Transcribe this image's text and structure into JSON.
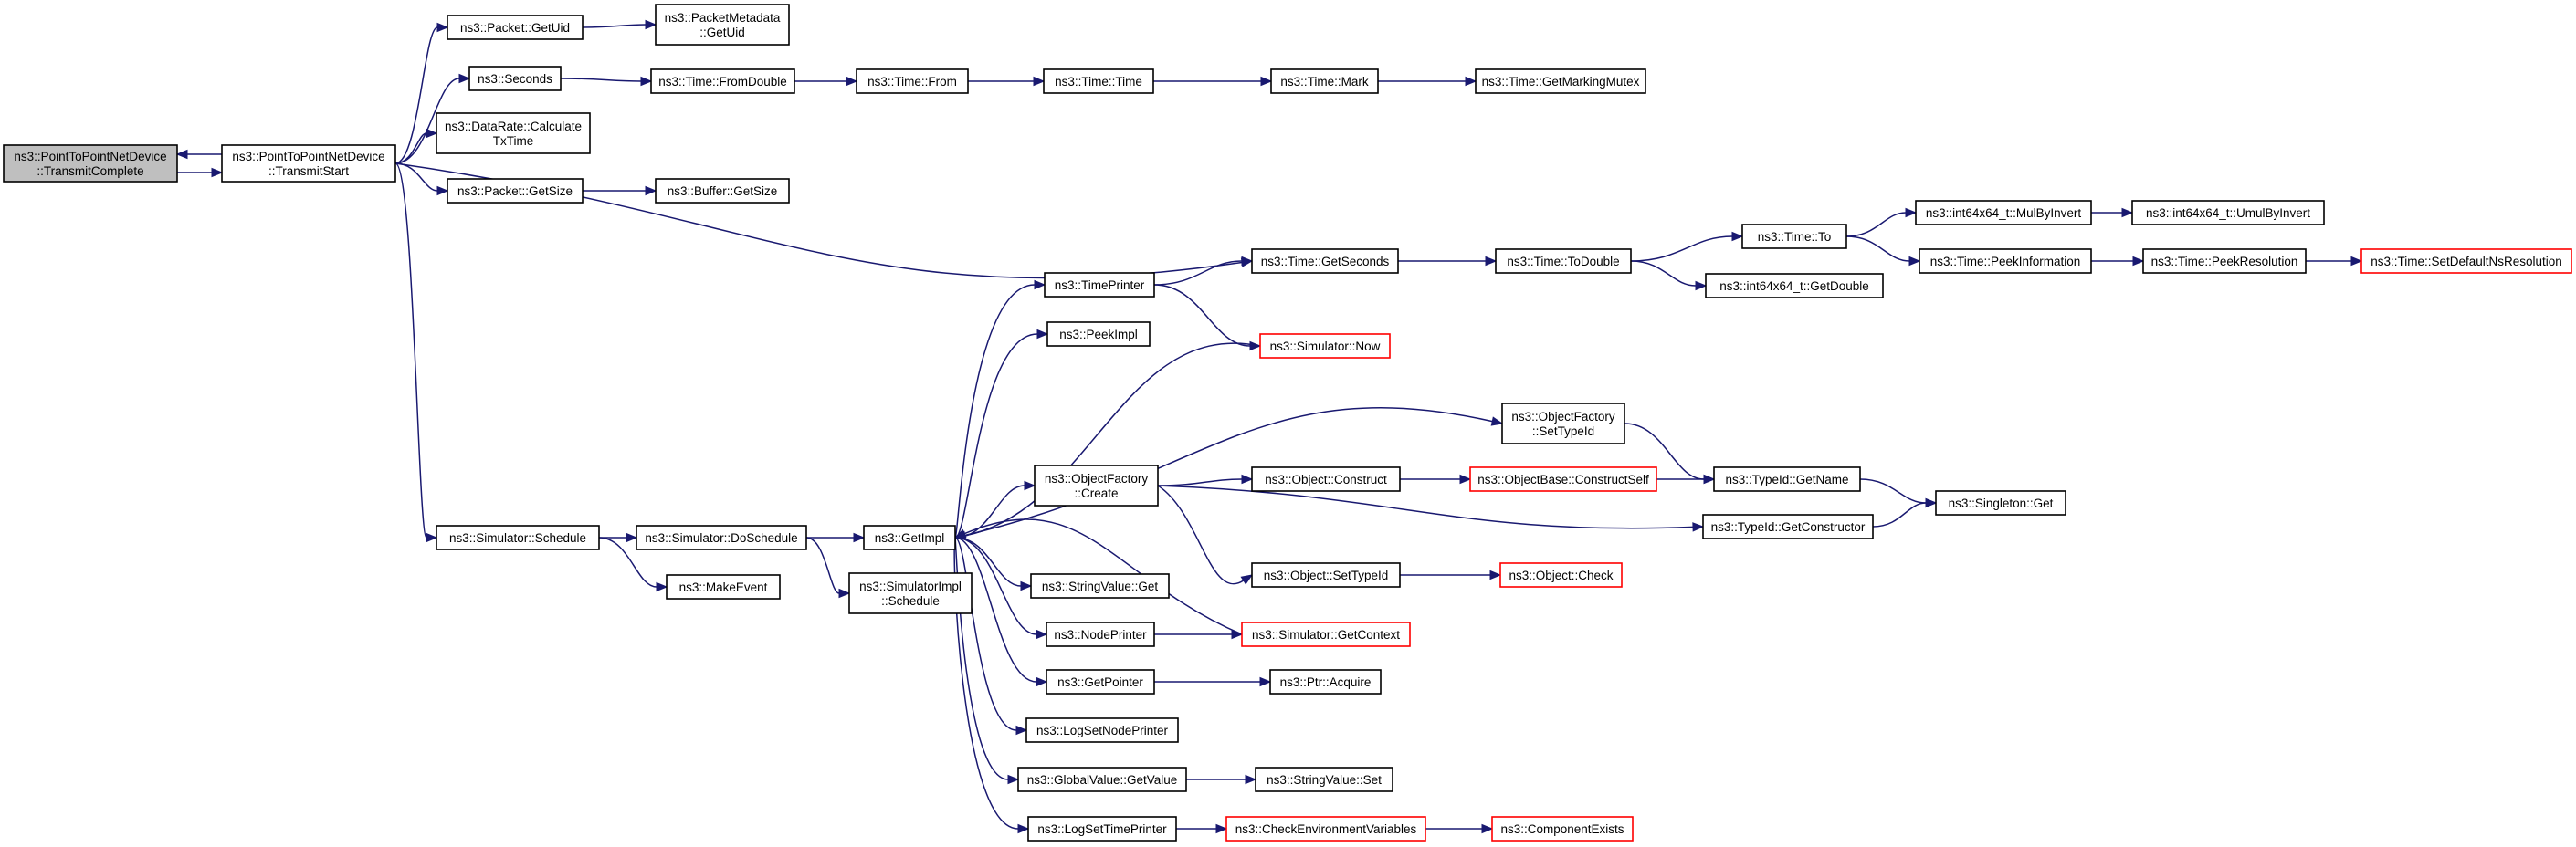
{
  "nodes": [
    {
      "id": "n_ptp_txcomplete",
      "lines": [
        "ns3::PointToPointNetDevice",
        "::TransmitComplete"
      ],
      "root": true,
      "interactable": false
    },
    {
      "id": "n_ptp_txstart",
      "lines": [
        "ns3::PointToPointNetDevice",
        "::TransmitStart"
      ]
    },
    {
      "id": "n_packet_getuid",
      "lines": [
        "ns3::Packet::GetUid"
      ]
    },
    {
      "id": "n_pktmeta_getuid",
      "lines": [
        "ns3::PacketMetadata",
        "::GetUid"
      ]
    },
    {
      "id": "n_seconds",
      "lines": [
        "ns3::Seconds"
      ]
    },
    {
      "id": "n_time_fromdouble",
      "lines": [
        "ns3::Time::FromDouble"
      ]
    },
    {
      "id": "n_time_from",
      "lines": [
        "ns3::Time::From"
      ]
    },
    {
      "id": "n_time_time",
      "lines": [
        "ns3::Time::Time"
      ]
    },
    {
      "id": "n_time_mark",
      "lines": [
        "ns3::Time::Mark"
      ]
    },
    {
      "id": "n_time_getmarkingmutex",
      "lines": [
        "ns3::Time::GetMarkingMutex"
      ]
    },
    {
      "id": "n_datarate_calc",
      "lines": [
        "ns3::DataRate::Calculate",
        "TxTime"
      ]
    },
    {
      "id": "n_packet_getsize",
      "lines": [
        "ns3::Packet::GetSize"
      ]
    },
    {
      "id": "n_buffer_getsize",
      "lines": [
        "ns3::Buffer::GetSize"
      ]
    },
    {
      "id": "n_time_getseconds",
      "lines": [
        "ns3::Time::GetSeconds"
      ]
    },
    {
      "id": "n_time_todouble",
      "lines": [
        "ns3::Time::ToDouble"
      ]
    },
    {
      "id": "n_time_to",
      "lines": [
        "ns3::Time::To"
      ]
    },
    {
      "id": "n_int64_getdouble",
      "lines": [
        "ns3::int64x64_t::GetDouble"
      ]
    },
    {
      "id": "n_int64_mulbyinvert",
      "lines": [
        "ns3::int64x64_t::MulByInvert"
      ]
    },
    {
      "id": "n_int64_umulbyinvert",
      "lines": [
        "ns3::int64x64_t::UmulByInvert"
      ]
    },
    {
      "id": "n_time_peekinformation",
      "lines": [
        "ns3::Time::PeekInformation"
      ]
    },
    {
      "id": "n_time_peekresolution",
      "lines": [
        "ns3::Time::PeekResolution"
      ]
    },
    {
      "id": "n_time_setdefaultnsres",
      "lines": [
        "ns3::Time::SetDefaultNsResolution"
      ],
      "truncated": true
    },
    {
      "id": "n_timeprinter",
      "lines": [
        "ns3::TimePrinter"
      ]
    },
    {
      "id": "n_peekimpl",
      "lines": [
        "ns3::PeekImpl"
      ]
    },
    {
      "id": "n_simulator_now",
      "lines": [
        "ns3::Simulator::Now"
      ],
      "truncated": true
    },
    {
      "id": "n_objfactory_settypeid",
      "lines": [
        "ns3::ObjectFactory",
        "::SetTypeId"
      ]
    },
    {
      "id": "n_objfactory_create",
      "lines": [
        "ns3::ObjectFactory",
        "::Create"
      ]
    },
    {
      "id": "n_object_construct",
      "lines": [
        "ns3::Object::Construct"
      ]
    },
    {
      "id": "n_objectbase_constructself",
      "lines": [
        "ns3::ObjectBase::ConstructSelf"
      ],
      "truncated": true
    },
    {
      "id": "n_typeid_getname",
      "lines": [
        "ns3::TypeId::GetName"
      ]
    },
    {
      "id": "n_singleton_get",
      "lines": [
        "ns3::Singleton::Get"
      ]
    },
    {
      "id": "n_typeid_getconstructor",
      "lines": [
        "ns3::TypeId::GetConstructor"
      ]
    },
    {
      "id": "n_simulator_schedule",
      "lines": [
        "ns3::Simulator::Schedule"
      ]
    },
    {
      "id": "n_simulator_doschedule",
      "lines": [
        "ns3::Simulator::DoSchedule"
      ]
    },
    {
      "id": "n_getimpl",
      "lines": [
        "ns3::GetImpl"
      ]
    },
    {
      "id": "n_makeevent",
      "lines": [
        "ns3::MakeEvent"
      ]
    },
    {
      "id": "n_simimpl_schedule",
      "lines": [
        "ns3::SimulatorImpl",
        "::Schedule"
      ]
    },
    {
      "id": "n_object_settypeid",
      "lines": [
        "ns3::Object::SetTypeId"
      ]
    },
    {
      "id": "n_object_check",
      "lines": [
        "ns3::Object::Check"
      ],
      "truncated": true
    },
    {
      "id": "n_stringvalue_get",
      "lines": [
        "ns3::StringValue::Get"
      ]
    },
    {
      "id": "n_nodeprinter",
      "lines": [
        "ns3::NodePrinter"
      ]
    },
    {
      "id": "n_simulator_getcontext",
      "lines": [
        "ns3::Simulator::GetContext"
      ],
      "truncated": true
    },
    {
      "id": "n_getpointer",
      "lines": [
        "ns3::GetPointer"
      ]
    },
    {
      "id": "n_ptr_acquire",
      "lines": [
        "ns3::Ptr::Acquire"
      ]
    },
    {
      "id": "n_logsetnodeprinter",
      "lines": [
        "ns3::LogSetNodePrinter"
      ]
    },
    {
      "id": "n_globalvalue_getvalue",
      "lines": [
        "ns3::GlobalValue::GetValue"
      ]
    },
    {
      "id": "n_stringvalue_set",
      "lines": [
        "ns3::StringValue::Set"
      ]
    },
    {
      "id": "n_logsettimeprinter",
      "lines": [
        "ns3::LogSetTimePrinter"
      ]
    },
    {
      "id": "n_checkenvvars",
      "lines": [
        "ns3::CheckEnvironmentVariables"
      ],
      "truncated": true
    },
    {
      "id": "n_componentexists",
      "lines": [
        "ns3::ComponentExists"
      ],
      "truncated": true
    }
  ],
  "edges": [
    [
      "n_ptp_txcomplete",
      "n_ptp_txstart"
    ],
    [
      "n_ptp_txstart",
      "n_ptp_txcomplete"
    ],
    [
      "n_ptp_txstart",
      "n_packet_getuid"
    ],
    [
      "n_ptp_txstart",
      "n_seconds"
    ],
    [
      "n_ptp_txstart",
      "n_datarate_calc"
    ],
    [
      "n_ptp_txstart",
      "n_packet_getsize"
    ],
    [
      "n_ptp_txstart",
      "n_time_getseconds"
    ],
    [
      "n_ptp_txstart",
      "n_simulator_schedule"
    ],
    [
      "n_packet_getuid",
      "n_pktmeta_getuid"
    ],
    [
      "n_seconds",
      "n_time_fromdouble"
    ],
    [
      "n_time_fromdouble",
      "n_time_from"
    ],
    [
      "n_time_from",
      "n_time_time"
    ],
    [
      "n_time_time",
      "n_time_mark"
    ],
    [
      "n_time_mark",
      "n_time_getmarkingmutex"
    ],
    [
      "n_packet_getsize",
      "n_buffer_getsize"
    ],
    [
      "n_time_getseconds",
      "n_time_todouble"
    ],
    [
      "n_time_todouble",
      "n_time_to"
    ],
    [
      "n_time_todouble",
      "n_int64_getdouble"
    ],
    [
      "n_time_to",
      "n_int64_mulbyinvert"
    ],
    [
      "n_time_to",
      "n_time_peekinformation"
    ],
    [
      "n_int64_mulbyinvert",
      "n_int64_umulbyinvert"
    ],
    [
      "n_time_peekinformation",
      "n_time_peekresolution"
    ],
    [
      "n_time_peekresolution",
      "n_time_setdefaultnsres"
    ],
    [
      "n_timeprinter",
      "n_time_getseconds"
    ],
    [
      "n_timeprinter",
      "n_simulator_now"
    ],
    [
      "n_simulator_now",
      "n_getimpl"
    ],
    [
      "n_getimpl",
      "n_timeprinter"
    ],
    [
      "n_getimpl",
      "n_peekimpl"
    ],
    [
      "n_getimpl",
      "n_objfactory_settypeid"
    ],
    [
      "n_getimpl",
      "n_objfactory_create"
    ],
    [
      "n_getimpl",
      "n_stringvalue_get"
    ],
    [
      "n_getimpl",
      "n_nodeprinter"
    ],
    [
      "n_getimpl",
      "n_getpointer"
    ],
    [
      "n_getimpl",
      "n_logsetnodeprinter"
    ],
    [
      "n_getimpl",
      "n_globalvalue_getvalue"
    ],
    [
      "n_getimpl",
      "n_logsettimeprinter"
    ],
    [
      "n_objfactory_settypeid",
      "n_typeid_getname"
    ],
    [
      "n_objfactory_create",
      "n_object_construct"
    ],
    [
      "n_objfactory_create",
      "n_typeid_getconstructor"
    ],
    [
      "n_objfactory_create",
      "n_object_settypeid"
    ],
    [
      "n_object_construct",
      "n_objectbase_constructself"
    ],
    [
      "n_objectbase_constructself",
      "n_typeid_getname"
    ],
    [
      "n_typeid_getname",
      "n_singleton_get"
    ],
    [
      "n_typeid_getconstructor",
      "n_singleton_get"
    ],
    [
      "n_object_settypeid",
      "n_object_check"
    ],
    [
      "n_simulator_schedule",
      "n_simulator_doschedule"
    ],
    [
      "n_simulator_schedule",
      "n_makeevent"
    ],
    [
      "n_simulator_doschedule",
      "n_getimpl"
    ],
    [
      "n_simulator_doschedule",
      "n_simimpl_schedule"
    ],
    [
      "n_nodeprinter",
      "n_simulator_getcontext"
    ],
    [
      "n_simulator_getcontext",
      "n_getimpl"
    ],
    [
      "n_getpointer",
      "n_ptr_acquire"
    ],
    [
      "n_globalvalue_getvalue",
      "n_stringvalue_set"
    ],
    [
      "n_logsettimeprinter",
      "n_checkenvvars"
    ],
    [
      "n_checkenvvars",
      "n_componentexists"
    ]
  ],
  "colors": {
    "edge": "#191970",
    "node_border": "#000000",
    "truncated_border": "#ff0000",
    "root_fill": "#bfbfbf",
    "node_fill": "#ffffff"
  }
}
